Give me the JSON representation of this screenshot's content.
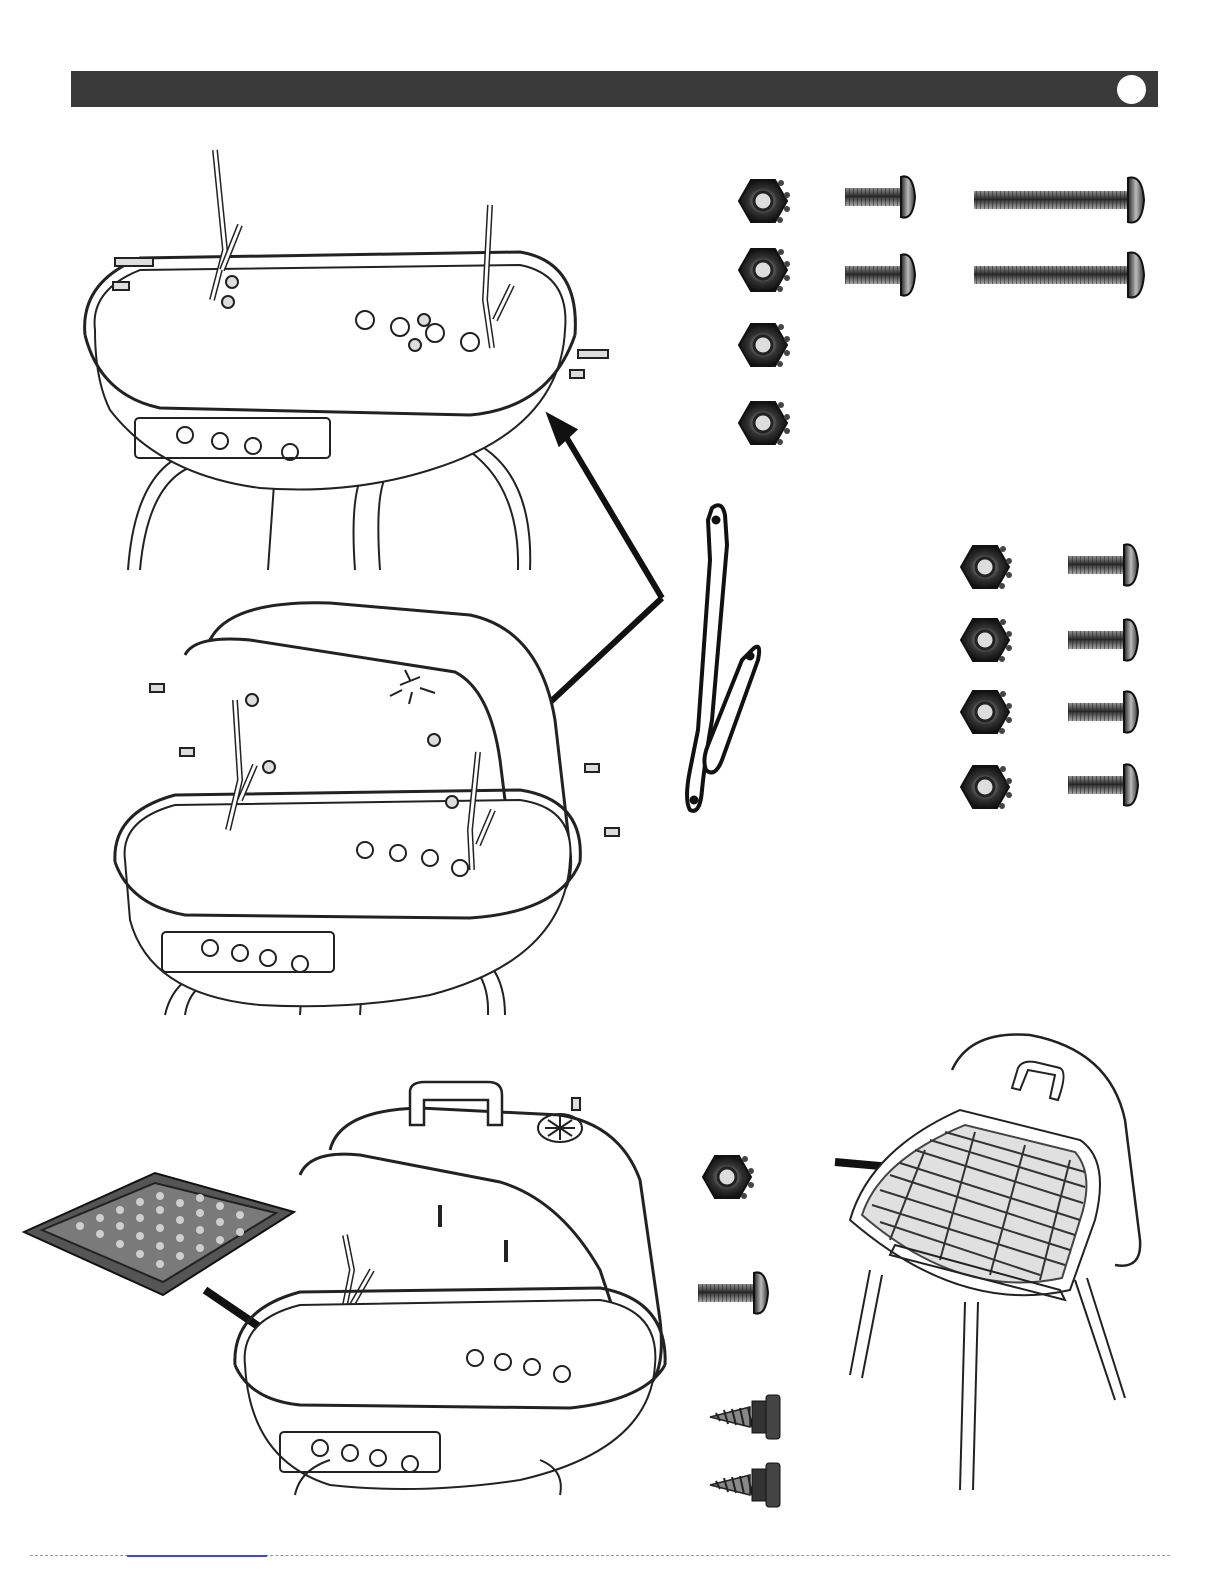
{
  "page": {
    "header": {
      "step_indicator": "circle"
    },
    "figures": [
      {
        "name": "grill-bowl-with-lower-handle-brackets"
      },
      {
        "name": "grill-with-lid-and-upper-handle-brackets"
      },
      {
        "name": "handle-bracket-part"
      },
      {
        "name": "hardware-set-a"
      },
      {
        "name": "hardware-set-b"
      },
      {
        "name": "charcoal-tray-insertion"
      },
      {
        "name": "hardware-set-c"
      },
      {
        "name": "cooking-grate-installed"
      }
    ],
    "colors": {
      "header": "#3a3a3a",
      "line": "#222222",
      "metal": "#555555",
      "accent_link": "#3b4bd6"
    }
  }
}
